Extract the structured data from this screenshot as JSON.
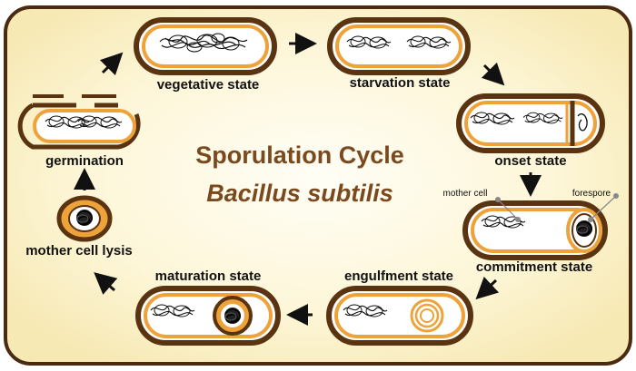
{
  "title": "Sporulation Cycle",
  "subtitle": "Bacillus subtilis",
  "stages": {
    "vegetative": "vegetative state",
    "starvation": "starvation state",
    "onset": "onset state",
    "commitment": "commitment state",
    "engulfment": "engulfment state",
    "maturation": "maturation state",
    "lysis": "mother cell lysis",
    "germination": "germination"
  },
  "callouts": {
    "mother_cell": "mother cell",
    "forespore": "forespore"
  },
  "colors": {
    "panel_edge": "#4a2b12",
    "panel_center": "#fffef4",
    "panel_outer": "#fbf0c8",
    "cell_outer": "#5a3310",
    "cell_ring": "#eea23a",
    "title": "#7a4a1e"
  }
}
